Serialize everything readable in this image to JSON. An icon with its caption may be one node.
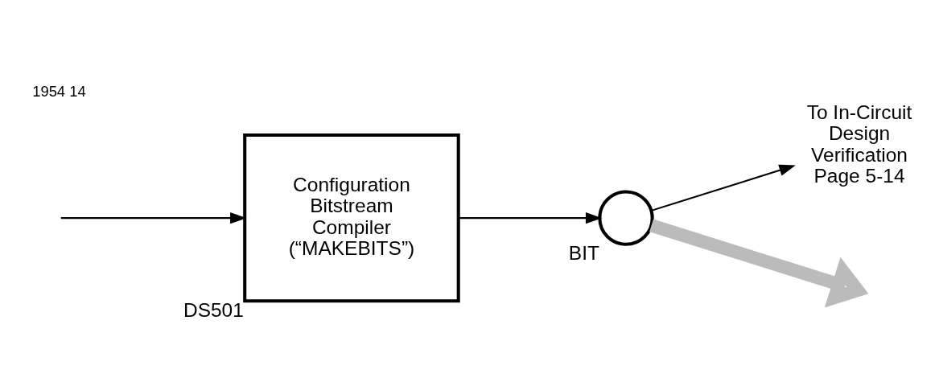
{
  "diagram": {
    "nodes": [
      {
        "text": [
          "Configuration Bitstream Compiler (“MAKEBITS”)"
        ],
        "beside": [
          "DS501"
        ]
      },
      {
        "text": [
          "BIT"
        ]
      },
      {
        "text": [
          "To In-Circuit Design Verification Page 5-14"
        ]
      }
    ],
    "edges": [
      {
        "from": null,
        "to": 0,
        "arrow": "to"
      },
      {
        "from": 0,
        "to": 1,
        "arrow": "to"
      },
      {
        "from": 1,
        "to": 2,
        "arrow": "to"
      },
      {
        "from": 1,
        "to": null,
        "arrow": "to",
        "style": "thick",
        "color": "#bbbbbb"
      }
    ],
    "labels": [
      "1954 14"
    ]
  }
}
